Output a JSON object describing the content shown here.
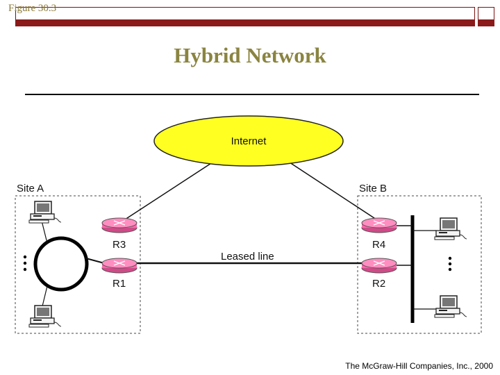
{
  "slide": {
    "figure_label": "Figure 30.3",
    "title": "Hybrid Network",
    "footer": "The McGraw-Hill Companies, Inc., 2000"
  },
  "diagram": {
    "internet_label": "Internet",
    "site_a_label": "Site A",
    "site_b_label": "Site B",
    "leased_line_label": "Leased line",
    "routers": [
      "R3",
      "R1",
      "R4",
      "R2"
    ],
    "colors": {
      "internet_fill": "#ffff22",
      "router_fill": "#ff66aa",
      "title_color": "#8a8440",
      "accent_bar": "#8b1a1a"
    }
  }
}
